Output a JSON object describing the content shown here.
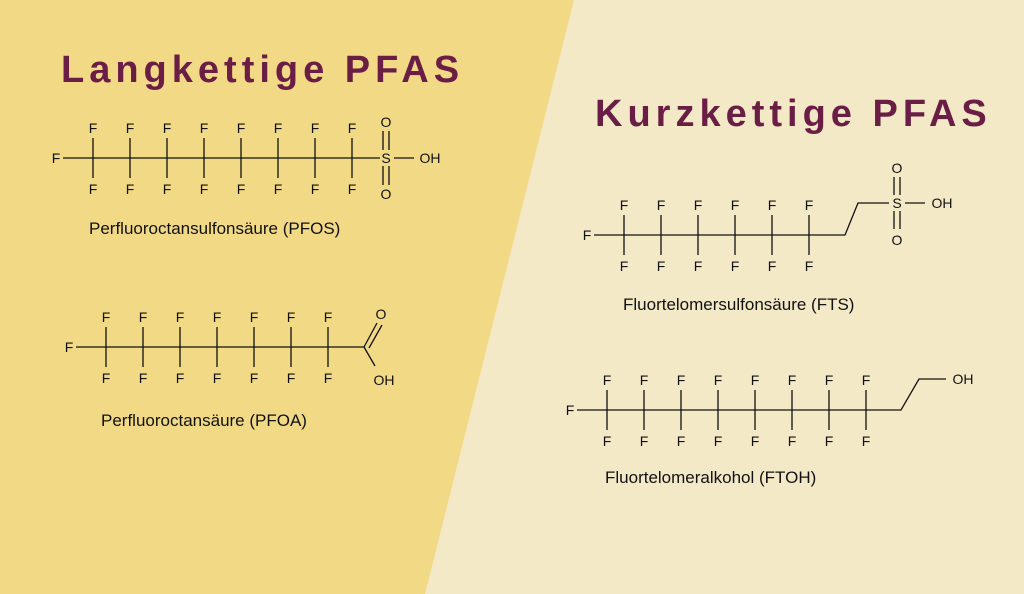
{
  "colors": {
    "left_panel": "#F2D985",
    "right_panel": "#F3E9C6",
    "title": "#6B1E45",
    "structure": "#111111"
  },
  "left": {
    "title": "Langkettige PFAS",
    "molecules": [
      {
        "name": "Perfluoroctansulfonsäure (PFOS)",
        "chain_carbons": 8,
        "terminal_atom": "F",
        "head_group": "SO3H",
        "labels": {
          "F": "F",
          "S": "S",
          "O": "O",
          "OH": "OH"
        }
      },
      {
        "name": "Perfluoroctansäure (PFOA)",
        "chain_carbons": 7,
        "terminal_atom": "F",
        "head_group": "COOH",
        "labels": {
          "F": "F",
          "O": "O",
          "OH": "OH"
        }
      }
    ]
  },
  "right": {
    "title": "Kurzkettige PFAS",
    "molecules": [
      {
        "name": "Fluortelomersulfonsäure (FTS)",
        "chain_carbons": 6,
        "terminal_atom": "F",
        "head_group": "CH2CH2-SO3H",
        "labels": {
          "F": "F",
          "S": "S",
          "O": "O",
          "OH": "OH"
        }
      },
      {
        "name": "Fluortelomeralkohol (FTOH)",
        "chain_carbons": 8,
        "terminal_atom": "F",
        "head_group": "CH2CH2-OH",
        "labels": {
          "F": "F",
          "OH": "OH"
        }
      }
    ]
  }
}
